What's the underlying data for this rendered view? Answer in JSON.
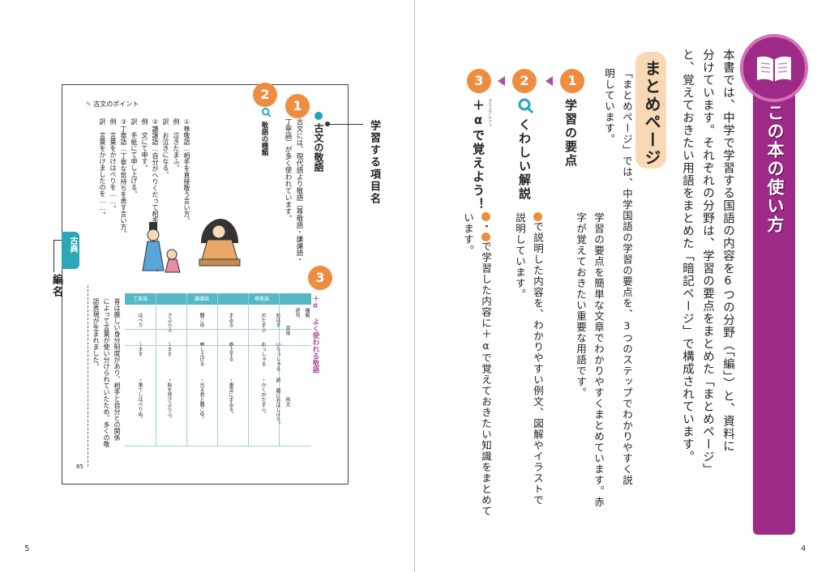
{
  "right_page": {
    "page_number": "4",
    "banner_title": "この本の使い方",
    "intro": [
      "本書では、中学で学習する国語の内容を6つの分野（「編」）と、資料に",
      "分けています。それぞれの分野は、学習の要点をまとめた「まとめページ」",
      "と、覚えておきたい用語をまとめた「暗記ページ」で構成されています。"
    ],
    "section_tag": "まとめページ",
    "section_body": [
      "「まとめページ」では、中学国語の学習の要点を、3つのステップでわかりやすく説",
      "明しています。"
    ],
    "steps": [
      {
        "num": "1",
        "label": "学習の要点",
        "body": [
          "学習の要点を簡単な文章でわかりやすくまとめています。赤",
          "字が覚えておきたい重要な用語です。"
        ]
      },
      {
        "num": "2",
        "label": "くわしい解説",
        "body": [
          "で説明した内容を、わかりやすい例文、図解やイラストで",
          "説明しています。"
        ],
        "ref": "1"
      },
      {
        "num": "3",
        "label": "＋αで覚えよう！",
        "ruby": "プラスアルファ",
        "body": [
          "・",
          "で学習した内容に＋αで覚えておきたい知識をまとめて",
          "います。"
        ],
        "refs": [
          "1",
          "2"
        ]
      }
    ],
    "colors": {
      "banner": "#9c2a86",
      "accent": "#ee8d3f",
      "tag_bg": "#f8d9b5",
      "teal": "#1ba7b9"
    }
  },
  "left_page": {
    "page_number": "5",
    "callouts": {
      "item_name": "学習する項目名",
      "volume_name": "編名"
    },
    "sample": {
      "header": "古文のポイント",
      "page_number": "85",
      "side_tab": "古典",
      "title": "古文の敬語",
      "lead": [
        "古文には、現代語より敬語（尊敬語・謙譲語・",
        "丁寧語）が多く使われています。"
      ],
      "subhead": "敬語の種類",
      "points": [
        "①尊敬語…相手を直接敬う言い方。",
        "例 泣きたまふ。",
        "訳 お泣きになる。",
        "②謙譲語…自分がへりくだって相手を高める言い方。",
        "例 文にて申す。",
        "訳 手紙にて申し上げる。",
        "③丁寧語…丁寧な気持ちを表す言い方。",
        "例 言葉をかけはべりを……。",
        "訳 言葉をかけましたのを……。"
      ],
      "plus_title": "＋α よく使われる敬語",
      "table_headers": [
        "種類",
        "語句",
        "意味",
        "例文"
      ],
      "table_groups": [
        "尊敬語",
        "謙譲語",
        "丁寧語"
      ],
      "table_rows": [
        [
          "おはす",
          "いらっしゃる",
          "訳 都におはしけり。"
        ],
        [
          "のたまふ",
          "おっしゃる",
          "・かくのたまふ。"
        ],
        [
          "まゐる",
          "参上する",
          "・東宮にまゐる。"
        ],
        [
          "聞こゆ",
          "申し上げる",
          "・光る君と聞こゆ。"
        ],
        [
          "さぶらふ",
          "～ます",
          "・恥を見さぶらふ。"
        ],
        [
          "はべり",
          "～ます",
          "・果てしはべりぬ。"
        ]
      ],
      "note": [
        "昔は厳しい身分制度があり、相手と自分との関係",
        "によって言葉が使い分けられていたため、多くの敬",
        "語表現が生まれました。"
      ]
    },
    "badges": [
      "1",
      "2",
      "3"
    ]
  }
}
